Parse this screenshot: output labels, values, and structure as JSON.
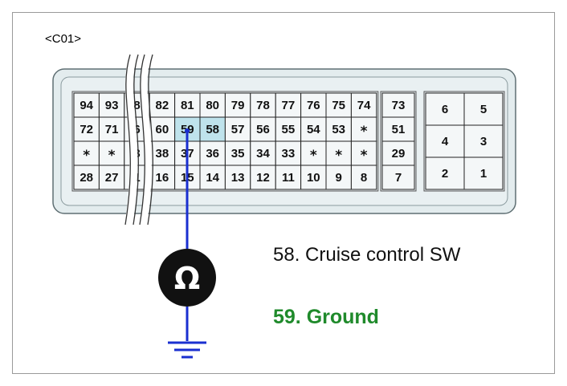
{
  "connector": {
    "label": "<C01>"
  },
  "main_block": {
    "rows": [
      [
        "94",
        "93",
        "8",
        "82",
        "81",
        "80",
        "79",
        "78",
        "77",
        "76",
        "75",
        "74"
      ],
      [
        "72",
        "71",
        "6",
        "60",
        "59",
        "58",
        "57",
        "56",
        "55",
        "54",
        "53",
        "*"
      ],
      [
        "*",
        "*",
        "3",
        "38",
        "37",
        "36",
        "35",
        "34",
        "33",
        "*",
        "*",
        "*"
      ],
      [
        "28",
        "27",
        "1",
        "16",
        "15",
        "14",
        "13",
        "12",
        "11",
        "10",
        "9",
        "8"
      ]
    ]
  },
  "middle_block": {
    "pins": [
      "73",
      "51",
      "29",
      "7"
    ]
  },
  "right_block": {
    "rows": [
      [
        "6",
        "5"
      ],
      [
        "4",
        "3"
      ],
      [
        "2",
        "1"
      ]
    ]
  },
  "highlighted_pins": [
    "59",
    "58"
  ],
  "meter": {
    "symbol": "Ω",
    "icon": "ohmmeter-icon"
  },
  "labels": {
    "pin58": "58. Cruise control SW",
    "pin59": "59. Ground"
  },
  "colors": {
    "wire": "#1a2fd0",
    "highlight": "#bfe3ec",
    "ground_label": "#1f8a2b",
    "connector_fill": "#e6eef0"
  }
}
